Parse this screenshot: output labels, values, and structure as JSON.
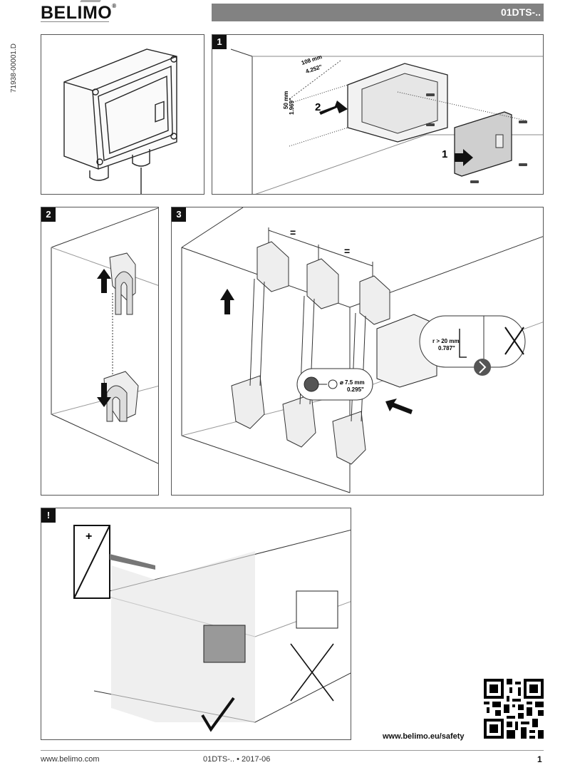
{
  "header": {
    "brand": "BELIMO",
    "brand_mark": "®",
    "product_code": "01DTS-..",
    "document_id": "71938-00001.D"
  },
  "panels": {
    "overview": {
      "label": ""
    },
    "step1": {
      "label": "1",
      "dim_width_mm": "108 mm",
      "dim_width_in": "4.252\"",
      "dim_height_mm": "50 mm",
      "dim_height_in": "1.969\"",
      "arrow_1": "1",
      "arrow_2": "2"
    },
    "step2": {
      "label": "2"
    },
    "step3": {
      "label": "3",
      "equal_sign_1": "=",
      "equal_sign_2": "=",
      "drill_diameter_mm": "⌀ 7.5 mm",
      "drill_diameter_in": "0.295\"",
      "bend_radius_mm": "r > 20 mm",
      "bend_radius_in": "0.787\""
    },
    "warning": {
      "label": "!",
      "plus_sign": "+"
    }
  },
  "safety": {
    "url": "www.belimo.eu/safety",
    "qr_icon": "qr-code-icon"
  },
  "footer": {
    "website": "www.belimo.com",
    "doc_ref": "01DTS-.. • 2017-06",
    "page_number": "1"
  }
}
